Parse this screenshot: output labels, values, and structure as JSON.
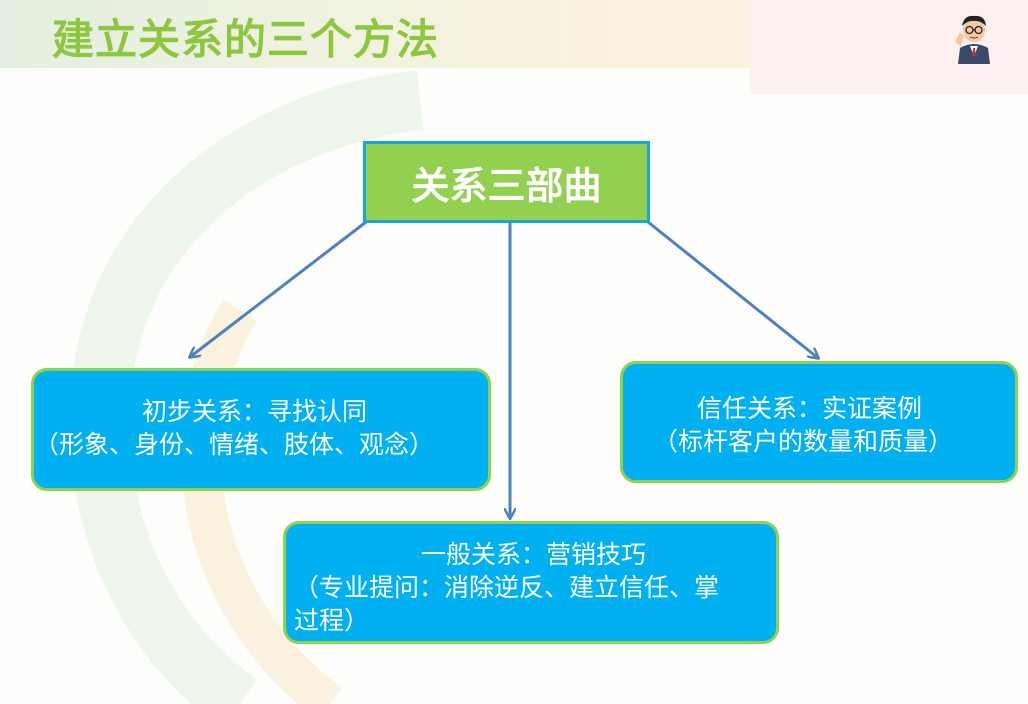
{
  "slide": {
    "title": "建立关系的三个方法"
  },
  "diagram": {
    "root": {
      "label": "关系三部曲"
    },
    "nodes": {
      "initial": {
        "line1": "初步关系：寻找认同",
        "line2": "（形象、身份、情绪、肢体、观念）"
      },
      "trust": {
        "line1": "信任关系：实证案例",
        "line2": "（标杆客户的数量和质量）"
      },
      "general": {
        "line1": "一般关系：营销技巧",
        "line2": "（专业提问：消除逆反、建立信任、掌",
        "line3": "过程）"
      }
    }
  },
  "colors": {
    "title": "#8dc63f",
    "root_fill": "#92d050",
    "root_border": "#17a7d6",
    "node_fill": "#00b0f0",
    "node_border": "#8fd24d",
    "arrow": "#4f81bd"
  },
  "icons": [
    "presenter-avatar-icon"
  ]
}
